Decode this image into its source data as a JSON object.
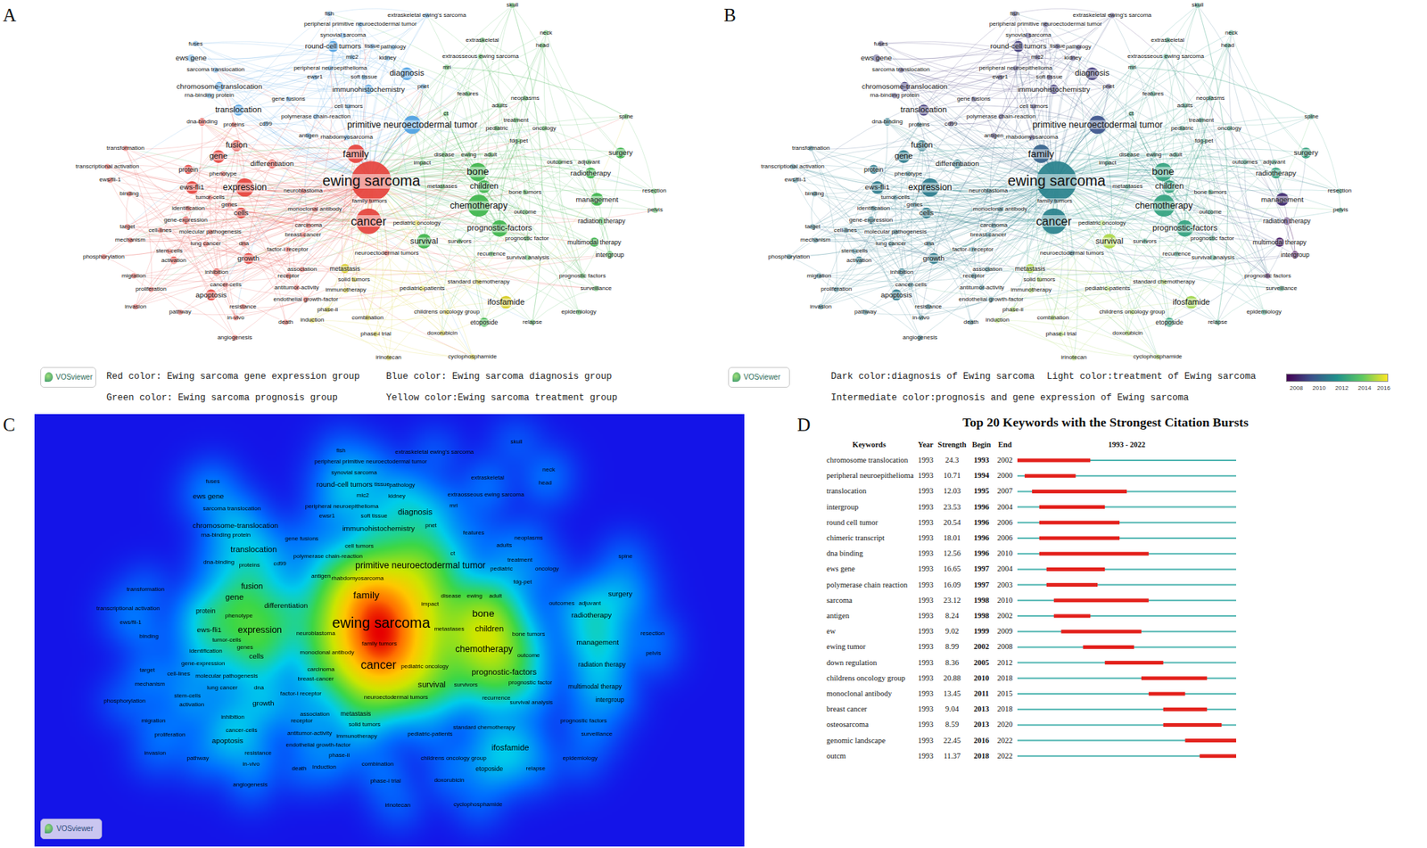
{
  "diagram": {
    "labels": [
      "A",
      "ewing sarcoma",
      "cancer",
      "family",
      "primitive neuroectodermal tumor",
      "diagnosis",
      "round-cell tumors",
      "immunohistochemistry",
      "translocation",
      "chromosome-translocation",
      "ews gene",
      "sarcoma translocation",
      "rna-binding protein",
      "gene fusions",
      "peripheral neuroepithelioma",
      "peripheral primitive neuroectodermal tumor",
      "synovial sarcoma",
      "extraskeletal ewing's sarcoma",
      "fish",
      "fuses",
      "pathology",
      "tissue",
      "kidney",
      "mic2",
      "ewsr1",
      "soft tissue",
      "cell tumors",
      "cd99",
      "polymerase chain-reaction",
      "antigen",
      "rhabdomyosarcoma",
      "proteins",
      "fusion",
      "gene",
      "expression",
      "ews-fli1",
      "protein",
      "dna-binding",
      "transformation",
      "transcriptional activation",
      "phenotype",
      "differentiation",
      "ews/fli-1",
      "binding",
      "tumor-cells",
      "genes",
      "identification",
      "cells",
      "gene-expression",
      "cell-lines",
      "molecular pathogenesis",
      "target",
      "mechanism",
      "stem-cells",
      "lung cancer",
      "dna",
      "activation",
      "phosphorylation",
      "growth",
      "inhibition",
      "migration",
      "proliferation",
      "cancer-cells",
      "apoptosis",
      "invasion",
      "pathway",
      "resistance",
      "in-vivo",
      "death",
      "angiogenesis",
      "receptor",
      "antitumor-activity",
      "endothelial growth-factor",
      "factor-i receptor",
      "breast-cancer",
      "carcinoma",
      "monoclonal antibody",
      "neuroblastoma",
      "family tumors",
      "metastasis",
      "neuroectodermal tumors",
      "pediatric oncology",
      "association",
      "solid tumors",
      "immunotherapy",
      "phase-ii",
      "induction",
      "combination",
      "phase-i trial",
      "irinotecan",
      "doxorubicin",
      "cyclophosphamide",
      "childrens oncology group",
      "pediatric-patients",
      "standard chemotherapy",
      "ifosfamide",
      "etoposide",
      "relapse",
      "epidemiology",
      "surveillance",
      "prognostic factors",
      "survival",
      "survivors",
      "recurrence",
      "prognostic-factors",
      "prognostic factor",
      "survival analysis",
      "chemotherapy",
      "children",
      "bone",
      "metastases",
      "bone tumors",
      "outcome",
      "impact",
      "disease",
      "ewing",
      "adult",
      "pediatric",
      "treatment",
      "adults",
      "neoplasms",
      "oncology",
      "fdg-pet",
      "outcomes",
      "adjuvant",
      "surgery",
      "radiotherapy",
      "management",
      "radiation therapy",
      "multimodal therapy",
      "intergroup",
      "resection",
      "pelvis",
      "spine",
      "skull",
      "neck",
      "head",
      "extraskeletal",
      "extraosseous ewing sarcoma",
      "mri",
      "pnet",
      "ct",
      "features",
      "Red color: Ewing sarcoma gene expression group",
      "Blue color: Ewing sarcoma diagnosis group",
      "Green color: Ewing sarcoma prognosis group",
      "Yellow color:Ewing sarcoma treatment group",
      "VOSviewer",
      "B",
      "ewing sarcoma",
      "cancer",
      "family",
      "primitive neuroectodermal tumor",
      "diagnosis",
      "round-cell tumors",
      "immunohistochemistry",
      "translocation",
      "chromosome-translocation",
      "ews gene",
      "sarcoma translocation",
      "rna-binding protein",
      "gene fusions",
      "peripheral neuroepithelioma",
      "peripheral primitive neuroectodermal tumor",
      "synovial sarcoma",
      "extraskeletal ewing's sarcoma",
      "fish",
      "fuses",
      "pathology",
      "tissue",
      "kidney",
      "mic2",
      "ewsr1",
      "soft tissue",
      "cell tumors",
      "cd99",
      "polymerase chain-reaction",
      "antigen",
      "rhabdomyosarcoma",
      "proteins",
      "fusion",
      "gene",
      "expression",
      "ews-fli1",
      "protein",
      "dna-binding",
      "transformation",
      "transcriptional activation",
      "phenotype",
      "differentiation",
      "ews/fli-1",
      "binding",
      "tumor-cells",
      "genes",
      "identification",
      "cells",
      "gene-expression",
      "cell-lines",
      "molecular pathogenesis",
      "target",
      "mechanism",
      "stem-cells",
      "lung cancer",
      "dna",
      "activation",
      "phosphorylation",
      "growth",
      "inhibition",
      "migration",
      "proliferation",
      "cancer-cells",
      "apoptosis",
      "invasion",
      "pathway",
      "resistance",
      "in-vivo",
      "death",
      "angiogenesis",
      "receptor",
      "antitumor-activity",
      "endothelial growth-factor",
      "factor-i receptor",
      "breast-cancer",
      "carcinoma",
      "monoclonal antibody",
      "neuroblastoma",
      "family tumors",
      "metastasis",
      "neuroectodermal tumors",
      "pediatric oncology",
      "association",
      "solid tumors",
      "immunotherapy",
      "phase-ii",
      "induction",
      "combination",
      "phase-i trial",
      "irinotecan",
      "doxorubicin",
      "cyclophosphamide",
      "childrens oncology group",
      "pediatric-patients",
      "standard chemotherapy",
      "ifosfamide",
      "etoposide",
      "relapse",
      "epidemiology",
      "surveillance",
      "prognostic factors",
      "survival",
      "survivors",
      "recurrence",
      "prognostic-factors",
      "prognostic factor",
      "survival analysis",
      "chemotherapy",
      "children",
      "bone",
      "metastases",
      "bone tumors",
      "outcome",
      "impact",
      "disease",
      "ewing",
      "adult",
      "pediatric",
      "treatment",
      "adults",
      "neoplasms",
      "oncology",
      "fdg-pet",
      "outcomes",
      "adjuvant",
      "surgery",
      "radiotherapy",
      "management",
      "radiation therapy",
      "multimodal therapy",
      "intergroup",
      "resection",
      "pelvis",
      "spine",
      "skull",
      "neck",
      "head",
      "extraskeletal",
      "extraosseous ewing sarcoma",
      "mri",
      "pnet",
      "ct",
      "features",
      "Dark color:diagnosis of Ewing sarcoma",
      "Light color:treatment of Ewing sarcoma",
      "Intermediate color:prognosis and gene expression of Ewing sarcoma",
      "VOSviewer",
      "2008",
      "2010",
      "2012",
      "2014",
      "2016",
      "C",
      "ewing sarcoma",
      "cancer",
      "family",
      "primitive neuroectodermal tumor",
      "diagnosis",
      "round-cell tumors",
      "immunohistochemistry",
      "translocation",
      "chromosome-translocation",
      "ews gene",
      "sarcoma translocation",
      "rna-binding protein",
      "gene fusions",
      "peripheral neuroepithelioma",
      "peripheral primitive neuroectodermal tumor",
      "synovial sarcoma",
      "extraskeletal ewing's sarcoma",
      "fish",
      "fuses",
      "pathology",
      "tissue",
      "kidney",
      "mic2",
      "ewsr1",
      "soft tissue",
      "cell tumors",
      "cd99",
      "polymerase chain-reaction",
      "antigen",
      "rhabdomyosarcoma",
      "proteins",
      "fusion",
      "gene",
      "expression",
      "ews-fli1",
      "protein",
      "dna-binding",
      "transformation",
      "transcriptional activation",
      "phenotype",
      "differentiation",
      "ews/fli-1",
      "binding",
      "tumor-cells",
      "genes",
      "identification",
      "cells",
      "gene-expression",
      "cell-lines",
      "molecular pathogenesis",
      "target",
      "mechanism",
      "stem-cells",
      "lung cancer",
      "dna",
      "activation",
      "phosphorylation",
      "growth",
      "inhibition",
      "migration",
      "proliferation",
      "cancer-cells",
      "apoptosis",
      "invasion",
      "pathway",
      "resistance",
      "in-vivo",
      "death",
      "angiogenesis",
      "receptor",
      "antitumor-activity",
      "endothelial growth-factor",
      "factor-i receptor",
      "breast-cancer",
      "carcinoma",
      "monoclonal antibody",
      "neuroblastoma",
      "family tumors",
      "metastasis",
      "neuroectodermal tumors",
      "pediatric oncology",
      "association",
      "solid tumors",
      "immunotherapy",
      "phase-ii",
      "induction",
      "combination",
      "phase-i trial",
      "irinotecan",
      "doxorubicin",
      "cyclophosphamide",
      "childrens oncology group",
      "pediatric-patients",
      "standard chemotherapy",
      "ifosfamide",
      "etoposide",
      "relapse",
      "epidemiology",
      "surveillance",
      "prognostic factors",
      "survival",
      "survivors",
      "recurrence",
      "prognostic-factors",
      "prognostic factor",
      "survival analysis",
      "chemotherapy",
      "children",
      "bone",
      "metastases",
      "bone tumors",
      "outcome",
      "impact",
      "disease",
      "ewing",
      "adult",
      "pediatric",
      "treatment",
      "adults",
      "neoplasms",
      "oncology",
      "fdg-pet",
      "outcomes",
      "adjuvant",
      "surgery",
      "radiotherapy",
      "management",
      "radiation therapy",
      "multimodal therapy",
      "intergroup",
      "resection",
      "pelvis",
      "spine",
      "skull",
      "neck",
      "head",
      "extraskeletal",
      "extraosseous ewing sarcoma",
      "mri",
      "pnet",
      "ct",
      "features",
      "VOSviewer",
      "D",
      "Top 20 Keywords with the Strongest Citation Bursts",
      "Keywords",
      "Year",
      "Strength",
      "Begin",
      "End",
      "1993 - 2022",
      "chromosome translocation",
      "1993",
      "24.3",
      "1993",
      "2002",
      "peripheral neuroepithelioma",
      "1993",
      "10.71",
      "1994",
      "2000",
      "translocation",
      "1993",
      "12.03",
      "1995",
      "2007",
      "intergroup",
      "1993",
      "23.53",
      "1996",
      "2004",
      "round cell tumor",
      "1993",
      "20.54",
      "1996",
      "2006",
      "chimeric transcript",
      "1993",
      "18.01",
      "1996",
      "2006",
      "dna binding",
      "1993",
      "12.56",
      "1996",
      "2010",
      "ews gene",
      "1993",
      "16.65",
      "1997",
      "2004",
      "polymerase chain reaction",
      "1993",
      "16.09",
      "1997",
      "2003",
      "sarcoma",
      "1993",
      "23.12",
      "1998",
      "2010",
      "antigen",
      "1993",
      "8.24",
      "1998",
      "2002",
      "ew",
      "1993",
      "9.02",
      "1999",
      "2009",
      "ewing tumor",
      "1993",
      "8.99",
      "2002",
      "2008",
      "down regulation",
      "1993",
      "8.36",
      "2005",
      "2012",
      "childrens oncology group",
      "1993",
      "20.88",
      "2010",
      "2018",
      "monoclonal antibody",
      "1993",
      "13.45",
      "2011",
      "2015",
      "breast cancer",
      "1993",
      "9.04",
      "2013",
      "2018",
      "osteosarcoma",
      "1993",
      "8.59",
      "2013",
      "2020",
      "genomic landscape",
      "1993",
      "22.45",
      "2016",
      "2022",
      "outcm",
      "1993",
      "11.37",
      "2018",
      "2022"
    ]
  }
}
